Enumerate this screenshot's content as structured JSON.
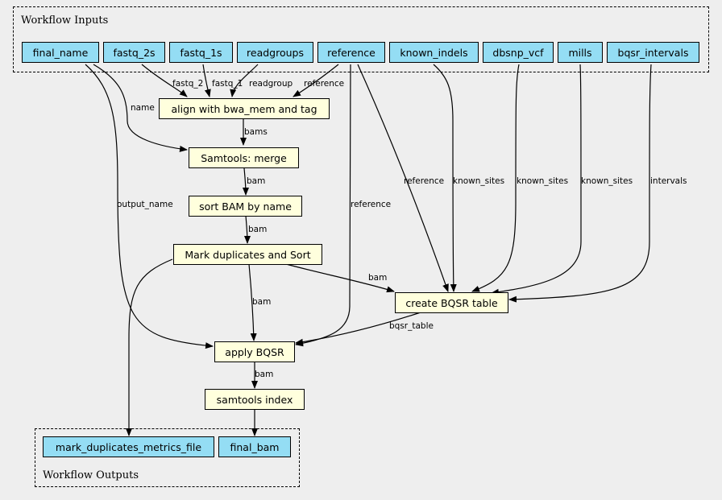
{
  "clusters": {
    "inputs": {
      "label": "Workflow Inputs"
    },
    "outputs": {
      "label": "Workflow Outputs"
    }
  },
  "inputs": {
    "final_name": "final_name",
    "fastq_2s": "fastq_2s",
    "fastq_1s": "fastq_1s",
    "readgroups": "readgroups",
    "reference": "reference",
    "known_indels": "known_indels",
    "dbsnp_vcf": "dbsnp_vcf",
    "mills": "mills",
    "bqsr_intervals": "bqsr_intervals"
  },
  "steps": {
    "align": "align with bwa_mem and tag",
    "merge": "Samtools: merge",
    "sort": "sort BAM by name",
    "markdup": "Mark duplicates and Sort",
    "bqsr_table": "create BQSR table",
    "apply_bqsr": "apply BQSR",
    "index": "samtools index"
  },
  "outputs": {
    "metrics": "mark_duplicates_metrics_file",
    "final_bam": "final_bam"
  },
  "edge_labels": {
    "fastq_2": "fastq_2",
    "fastq_1": "fastq_1",
    "readgroup": "readgroup",
    "reference_align": "reference",
    "name": "name",
    "bams": "bams",
    "bam_merge_sort": "bam",
    "bam_sort_markdup": "bam",
    "output_name": "output_name",
    "reference_apply": "reference",
    "reference_table": "reference",
    "known_sites_1": "known_sites",
    "known_sites_2": "known_sites",
    "known_sites_3": "known_sites",
    "intervals": "intervals",
    "bam_markdup_table": "bam",
    "bam_markdup_apply": "bam",
    "bqsr_table": "bqsr_table",
    "bam_apply_index": "bam"
  },
  "colors": {
    "io_node": "#94ddf4",
    "step_node": "#ffffdd",
    "background": "#eeeeee"
  }
}
